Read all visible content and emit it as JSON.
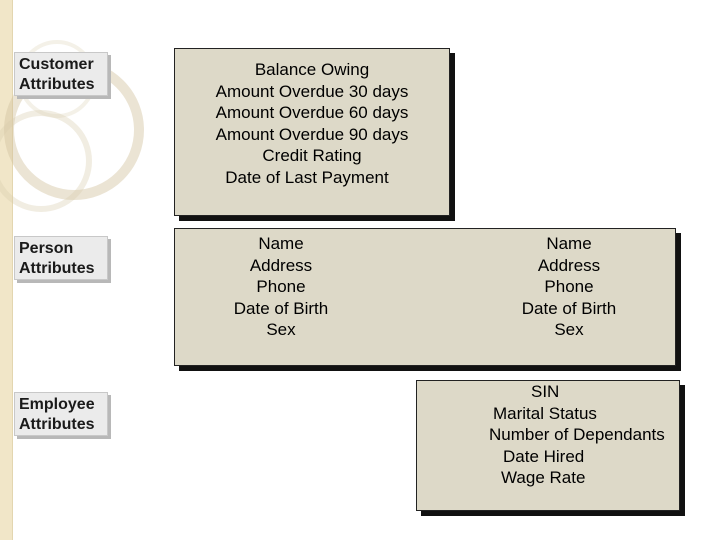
{
  "labels": {
    "customer": {
      "line1": "Customer",
      "line2": "Attributes"
    },
    "person": {
      "line1": "Person",
      "line2": "Attributes"
    },
    "employee": {
      "line1": "Employee",
      "line2": "Attributes"
    }
  },
  "customer_attributes": [
    "Balance Owing",
    "Amount Overdue 30 days",
    "Amount Overdue 60 days",
    "Amount Overdue 90 days",
    "Credit Rating",
    "Date of Last Payment"
  ],
  "person_attributes_left": [
    "Name",
    "Address",
    "Phone",
    "Date of Birth",
    "Sex"
  ],
  "person_attributes_right": [
    "Name",
    "Address",
    "Phone",
    "Date of Birth",
    "Sex"
  ],
  "employee_attributes": [
    "SIN",
    "Marital Status",
    "Number of Dependants",
    "Date Hired",
    "Wage Rate"
  ],
  "colors": {
    "box_fill": "#ddd9c8",
    "label_fill": "#ebebeb",
    "strip": "#f1e6c8"
  }
}
